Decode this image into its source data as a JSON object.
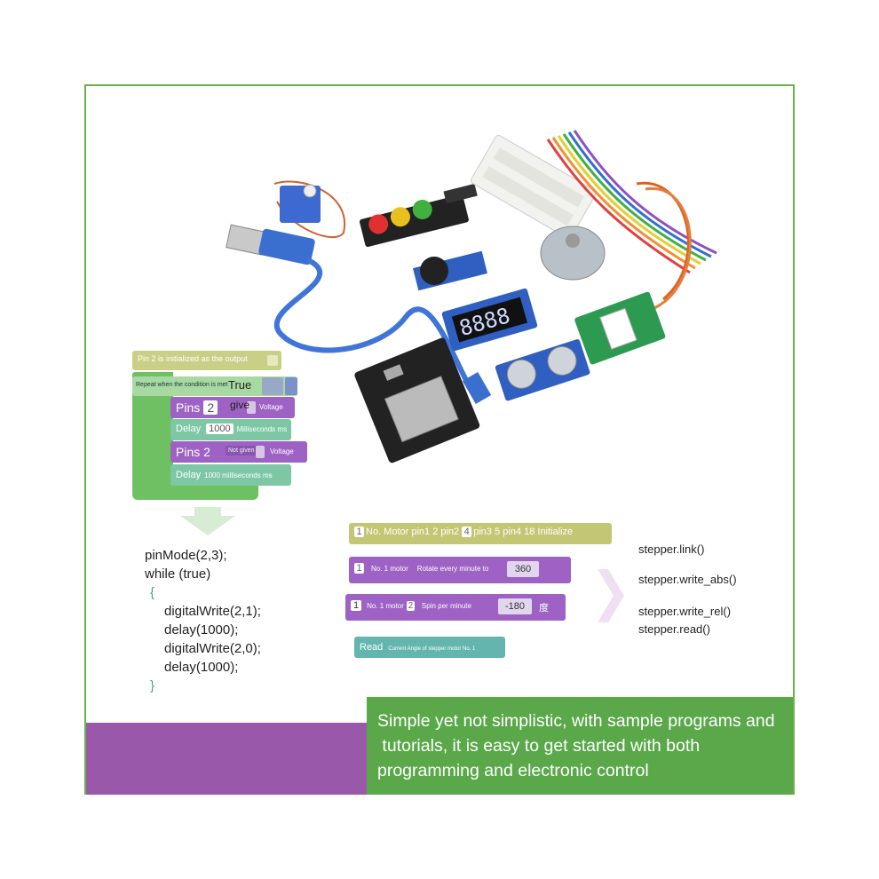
{
  "blocks": {
    "init": "Pin 2 is initialized as the output",
    "loop": "Repeat when the condition is met",
    "loop_value": "True",
    "give": "give",
    "pins1_label": "Pins",
    "pins1_num": "2",
    "pins1_unit": "Voltage",
    "delay1_label": "Delay",
    "delay1_value": "1000",
    "delay1_unit": "Milliseconds ms",
    "pins2_label": "Pins 2",
    "pins2_value": "Not given",
    "pins2_unit": "Voltage",
    "delay2_label": "Delay",
    "delay2_value": "1000 milliseconds ms"
  },
  "code": {
    "line1": "pinMode(2,3);",
    "line2": "while (true)",
    "line3": "{",
    "line4": "digitalWrite(2,1);",
    "line5": "delay(1000);",
    "line6": "digitalWrite(2,0);",
    "line7": "delay(1000);",
    "line8": "}"
  },
  "stepper": {
    "b1_num1": "1",
    "b1_text1": "No. Motor pin1 2 pin2",
    "b1_num2": "4",
    "b1_text2": "pin3 5 pin4 18 Initialize",
    "b2_num": "1",
    "b2_label": "No. 1 motor",
    "b2_action": "Rotate every minute to",
    "b2_value": "360",
    "b3_num": "1",
    "b3_label": "No. 1 motor",
    "b3_num2": "2",
    "b3_action": "Spin per minute",
    "b3_value": "-180",
    "b3_unit": "度",
    "b4_label": "Read",
    "b4_action": "Current Angle of stepper motor No. 1"
  },
  "api": {
    "link": "stepper.link()",
    "write_abs": "stepper.write_abs()",
    "write_rel": "stepper.write_rel()",
    "read": "stepper.read()"
  },
  "banner": {
    "text": "Simple yet not simplistic, with sample programs and\n tutorials, it is easy to get started with both\nprogramming and electronic control"
  },
  "colors": {
    "frame_border": "#6ab04c",
    "banner_green": "#5aa84a",
    "banner_purple": "#9a58aa",
    "block_purple": "#9d62c4",
    "block_green": "#6fbf63"
  }
}
